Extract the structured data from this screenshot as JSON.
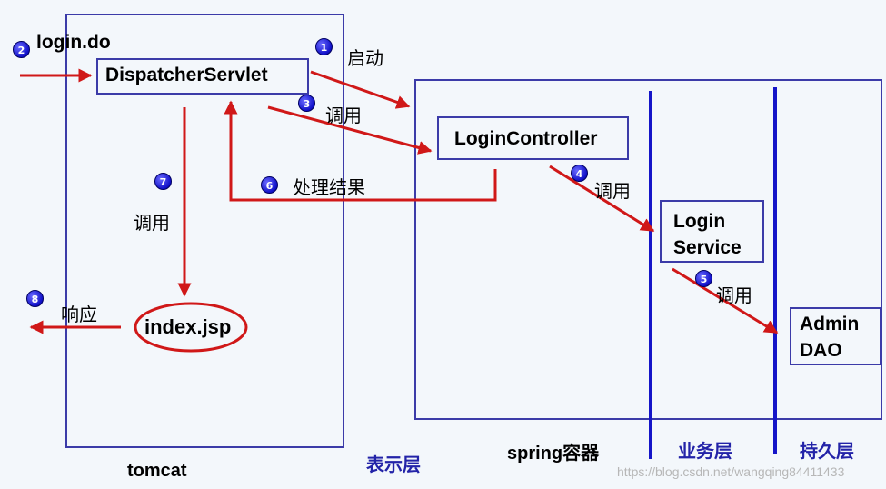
{
  "colors": {
    "frame": "#3b3ba8",
    "arrow": "#d01818",
    "lane": "#1515c8",
    "layer_text": "#2323a8"
  },
  "labels": {
    "login_do": "login.do",
    "dispatcher": "DispatcherServlet",
    "start": "启动",
    "call3": "调用",
    "login_controller": "LoginController",
    "process_result": "处理结果",
    "call7": "调用",
    "call4": "调用",
    "login_service_1": "Login",
    "login_service_2": "Service",
    "call5": "调用",
    "admin_dao_1": "Admin",
    "admin_dao_2": "DAO",
    "response": "响应",
    "index_jsp": "index.jsp",
    "tomcat": "tomcat",
    "presentation_layer": "表示层",
    "spring_container": "spring容器",
    "business_layer": "业务层",
    "persistence_layer": "持久层",
    "watermark": "https://blog.csdn.net/wangqing84411433"
  },
  "steps": {
    "s1": "1",
    "s2": "2",
    "s3": "3",
    "s4": "4",
    "s5": "5",
    "s6": "6",
    "s7": "7",
    "s8": "8"
  }
}
